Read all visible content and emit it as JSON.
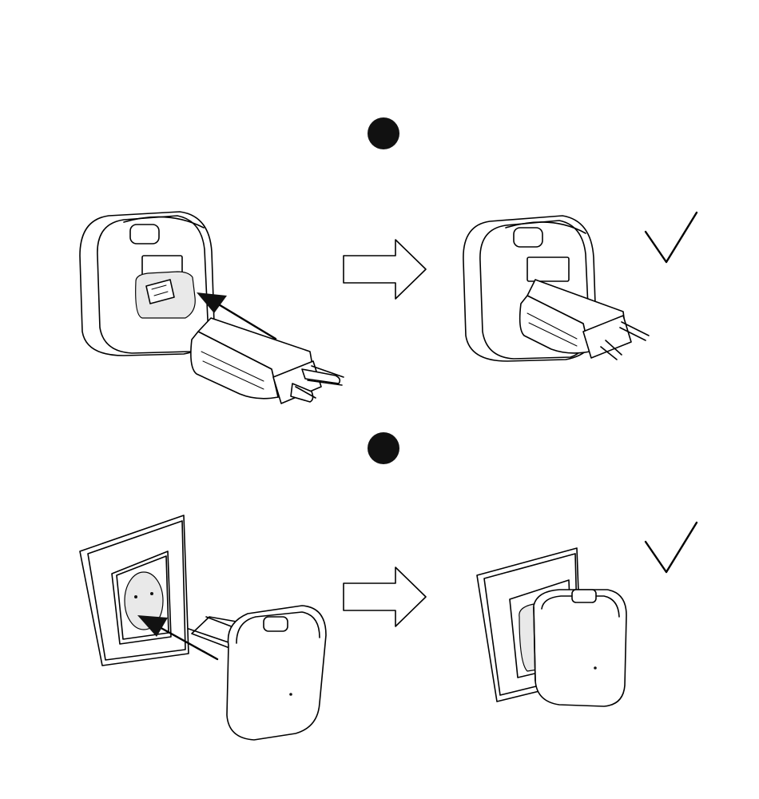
{
  "steps": [
    {
      "id": "step-1",
      "marker": "",
      "action": "insert-plug-into-device",
      "result_icon": "checkmark-icon"
    },
    {
      "id": "step-2",
      "marker": "",
      "action": "insert-device-into-wall-socket",
      "result_icon": "checkmark-icon"
    }
  ],
  "colors": {
    "line": "#000000",
    "marker": "#111111",
    "background": "#ffffff",
    "shade": "#e9e9e9"
  },
  "icons": [
    "step-marker-icon",
    "outline-arrow-right-icon",
    "checkmark-icon",
    "insert-arrow-icon"
  ]
}
